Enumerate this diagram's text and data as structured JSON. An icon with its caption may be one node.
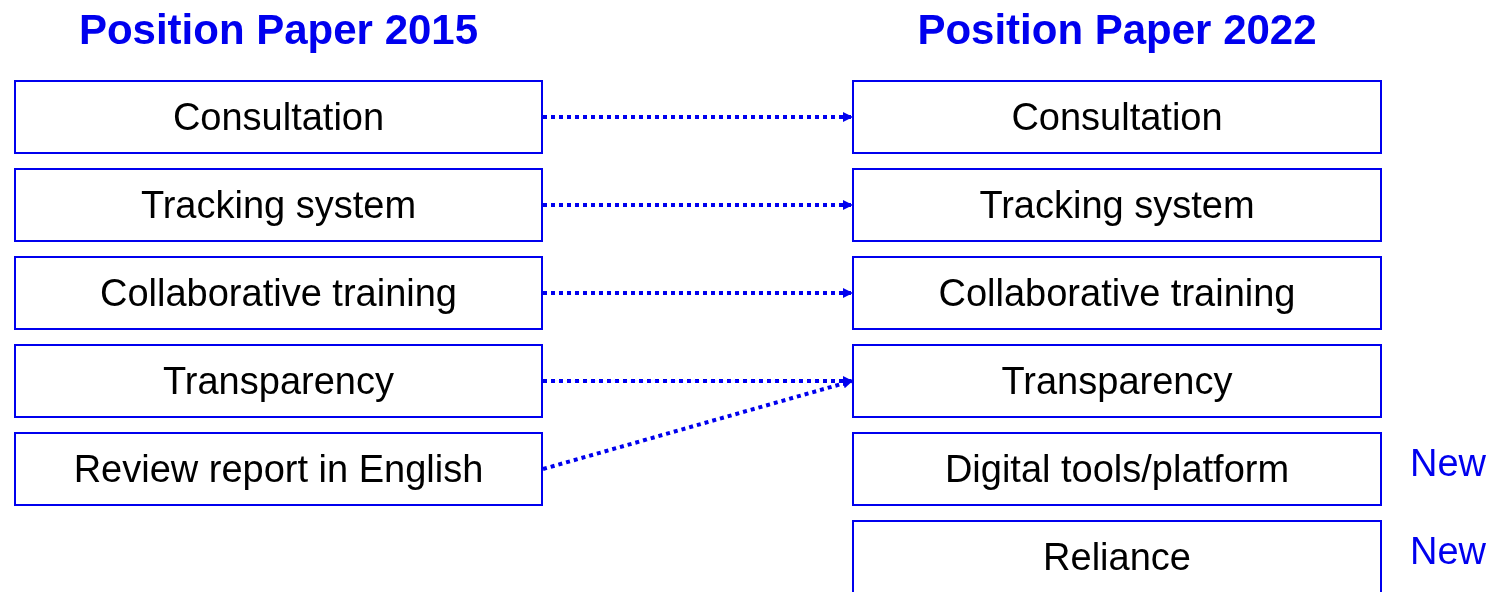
{
  "diagram": {
    "nodes": [
      {
        "text": [
          "Consultation"
        ]
      },
      {
        "text": [
          "Tracking system"
        ]
      },
      {
        "text": [
          "Collaborative training"
        ]
      },
      {
        "text": [
          "Transparency"
        ]
      },
      {
        "text": [
          "Review report in English"
        ]
      },
      {
        "text": [
          "Consultation"
        ]
      },
      {
        "text": [
          "Tracking system"
        ]
      },
      {
        "text": [
          "Collaborative training"
        ]
      },
      {
        "text": [
          "Transparency"
        ]
      },
      {
        "text": [
          "Digital tools/platform"
        ],
        "beside": [
          "New"
        ]
      },
      {
        "text": [
          "Reliance"
        ],
        "beside": [
          "New"
        ]
      }
    ],
    "edges": [
      {
        "from": 0,
        "to": 5,
        "arrow": "to",
        "style": "dashed"
      },
      {
        "from": 1,
        "to": 6,
        "arrow": "to",
        "style": "dashed"
      },
      {
        "from": 2,
        "to": 7,
        "arrow": "to",
        "style": "dashed"
      },
      {
        "from": 3,
        "to": 8,
        "arrow": "to",
        "style": "dashed"
      },
      {
        "from": 4,
        "to": 8,
        "arrow": "to",
        "style": "dashed"
      }
    ],
    "labels": [
      "Position Paper 2015",
      "Position Paper 2022"
    ]
  }
}
